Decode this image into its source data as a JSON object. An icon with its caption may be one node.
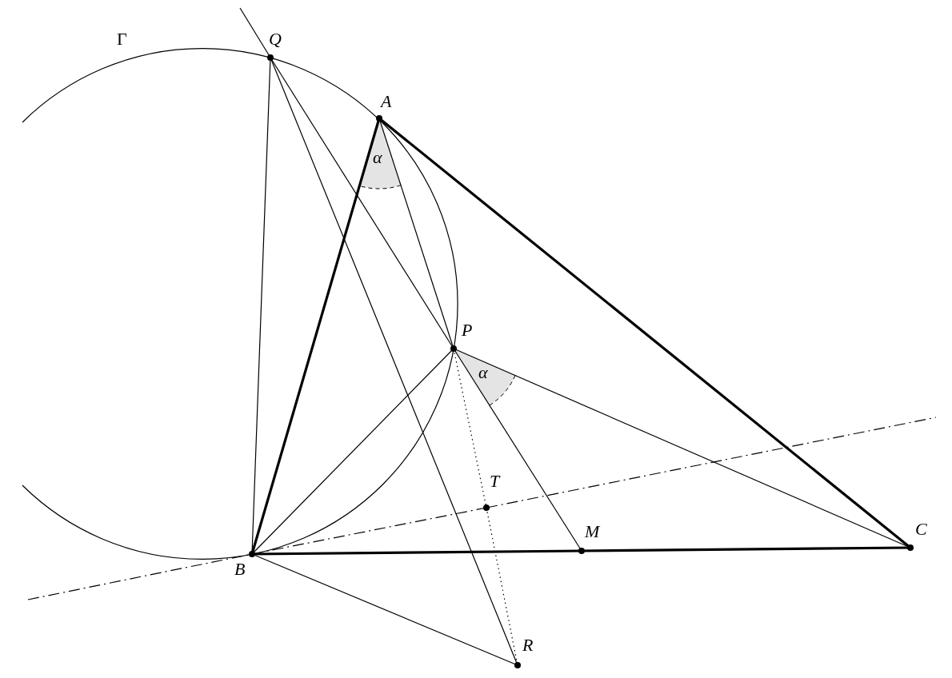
{
  "diagram": {
    "nodes": [
      {
        "text": [
          "Q"
        ]
      },
      {
        "text": [
          "A"
        ]
      },
      {
        "text": [
          "P"
        ]
      },
      {
        "text": [
          "T"
        ]
      },
      {
        "text": [
          "M"
        ]
      },
      {
        "text": [
          "C"
        ]
      },
      {
        "text": [
          "B"
        ]
      },
      {
        "text": [
          "R"
        ]
      }
    ],
    "edges": [
      {
        "from": null,
        "to": 0,
        "arrow": "none"
      },
      {
        "from": 0,
        "to": 2,
        "arrow": "none"
      },
      {
        "from": 2,
        "to": 4,
        "arrow": "none"
      },
      {
        "from": 0,
        "to": 6,
        "arrow": "none"
      },
      {
        "from": 0,
        "to": 7,
        "arrow": "none"
      },
      {
        "from": 1,
        "to": 6,
        "arrow": "none",
        "style": "thick"
      },
      {
        "from": 1,
        "to": 5,
        "arrow": "none",
        "style": "thick"
      },
      {
        "from": 6,
        "to": 4,
        "arrow": "none",
        "style": "thick"
      },
      {
        "from": 4,
        "to": 5,
        "arrow": "none",
        "style": "thick"
      },
      {
        "from": 1,
        "to": 2,
        "arrow": "none"
      },
      {
        "from": 2,
        "to": 5,
        "arrow": "none"
      },
      {
        "from": 2,
        "to": 6,
        "arrow": "none"
      },
      {
        "from": 6,
        "to": 7,
        "arrow": "none"
      },
      {
        "from": 2,
        "to": 3,
        "arrow": "none",
        "style": "dashed"
      },
      {
        "from": 3,
        "to": 7,
        "arrow": "none",
        "style": "dashed"
      },
      {
        "from": null,
        "to": 6,
        "arrow": "none",
        "style": "dashed"
      },
      {
        "from": 6,
        "to": 3,
        "arrow": "none",
        "style": "dashed"
      },
      {
        "from": 3,
        "to": null,
        "arrow": "none",
        "style": "dashed"
      }
    ],
    "labels": [
      "Γ",
      "α",
      "α"
    ]
  }
}
